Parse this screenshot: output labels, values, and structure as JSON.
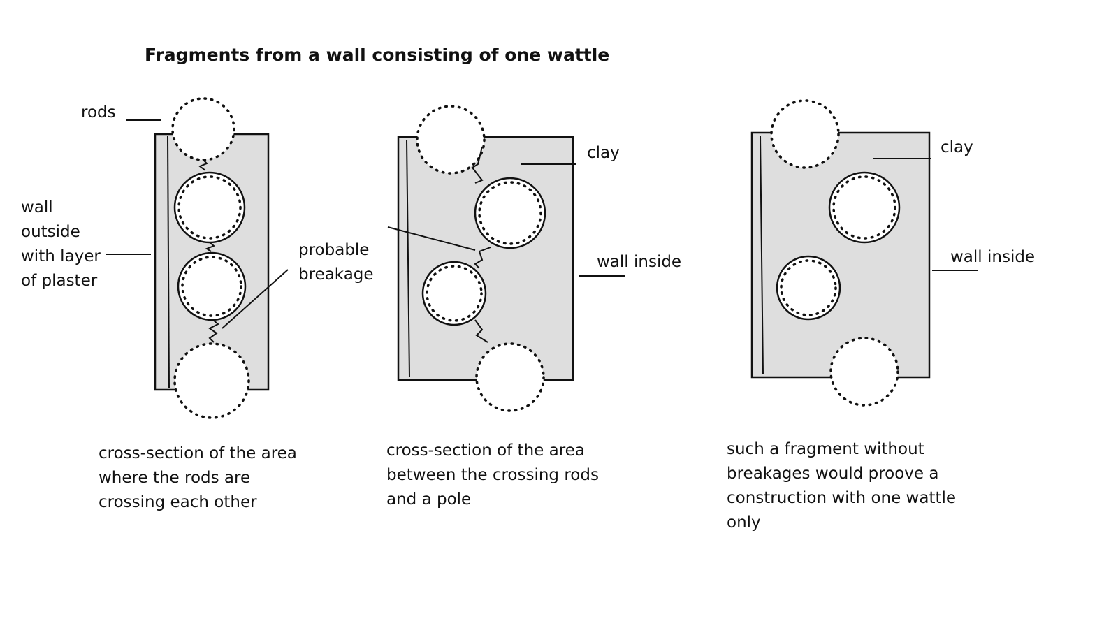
{
  "title": "Fragments from a wall consisting of one wattle",
  "labels": {
    "rods": "rods",
    "wall_outside": [
      "wall",
      "outside",
      "with layer",
      "of plaster"
    ],
    "probable_breakage": [
      "probable",
      "breakage"
    ],
    "clay_1": "clay",
    "wall_inside_1": "wall inside",
    "clay_2": "clay",
    "wall_inside_2": "wall inside"
  },
  "captions": [
    [
      "cross-section of the area",
      "where the rods are",
      "crossing each other"
    ],
    [
      "cross-section of the area",
      "between the crossing rods",
      "and a pole"
    ],
    [
      "such a fragment without",
      "breakages would proove a",
      "construction with one wattle",
      "only"
    ]
  ]
}
